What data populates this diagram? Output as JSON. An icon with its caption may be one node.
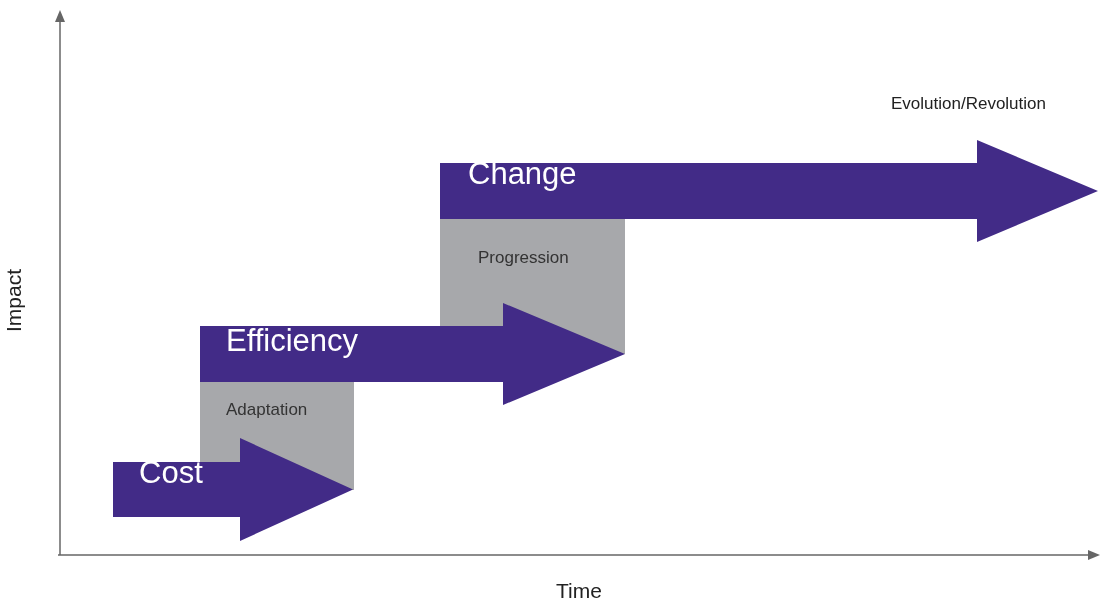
{
  "diagram": {
    "nodes": [
      {
        "text": [
          "Change"
        ]
      },
      {
        "text": [
          "Progression"
        ]
      },
      {
        "text": [
          "Efficiency"
        ]
      },
      {
        "text": [
          "Adaptation"
        ]
      },
      {
        "text": [
          "Cost"
        ]
      }
    ],
    "labels": [
      "Evolution/Revolution",
      "Impact",
      "Time"
    ]
  }
}
